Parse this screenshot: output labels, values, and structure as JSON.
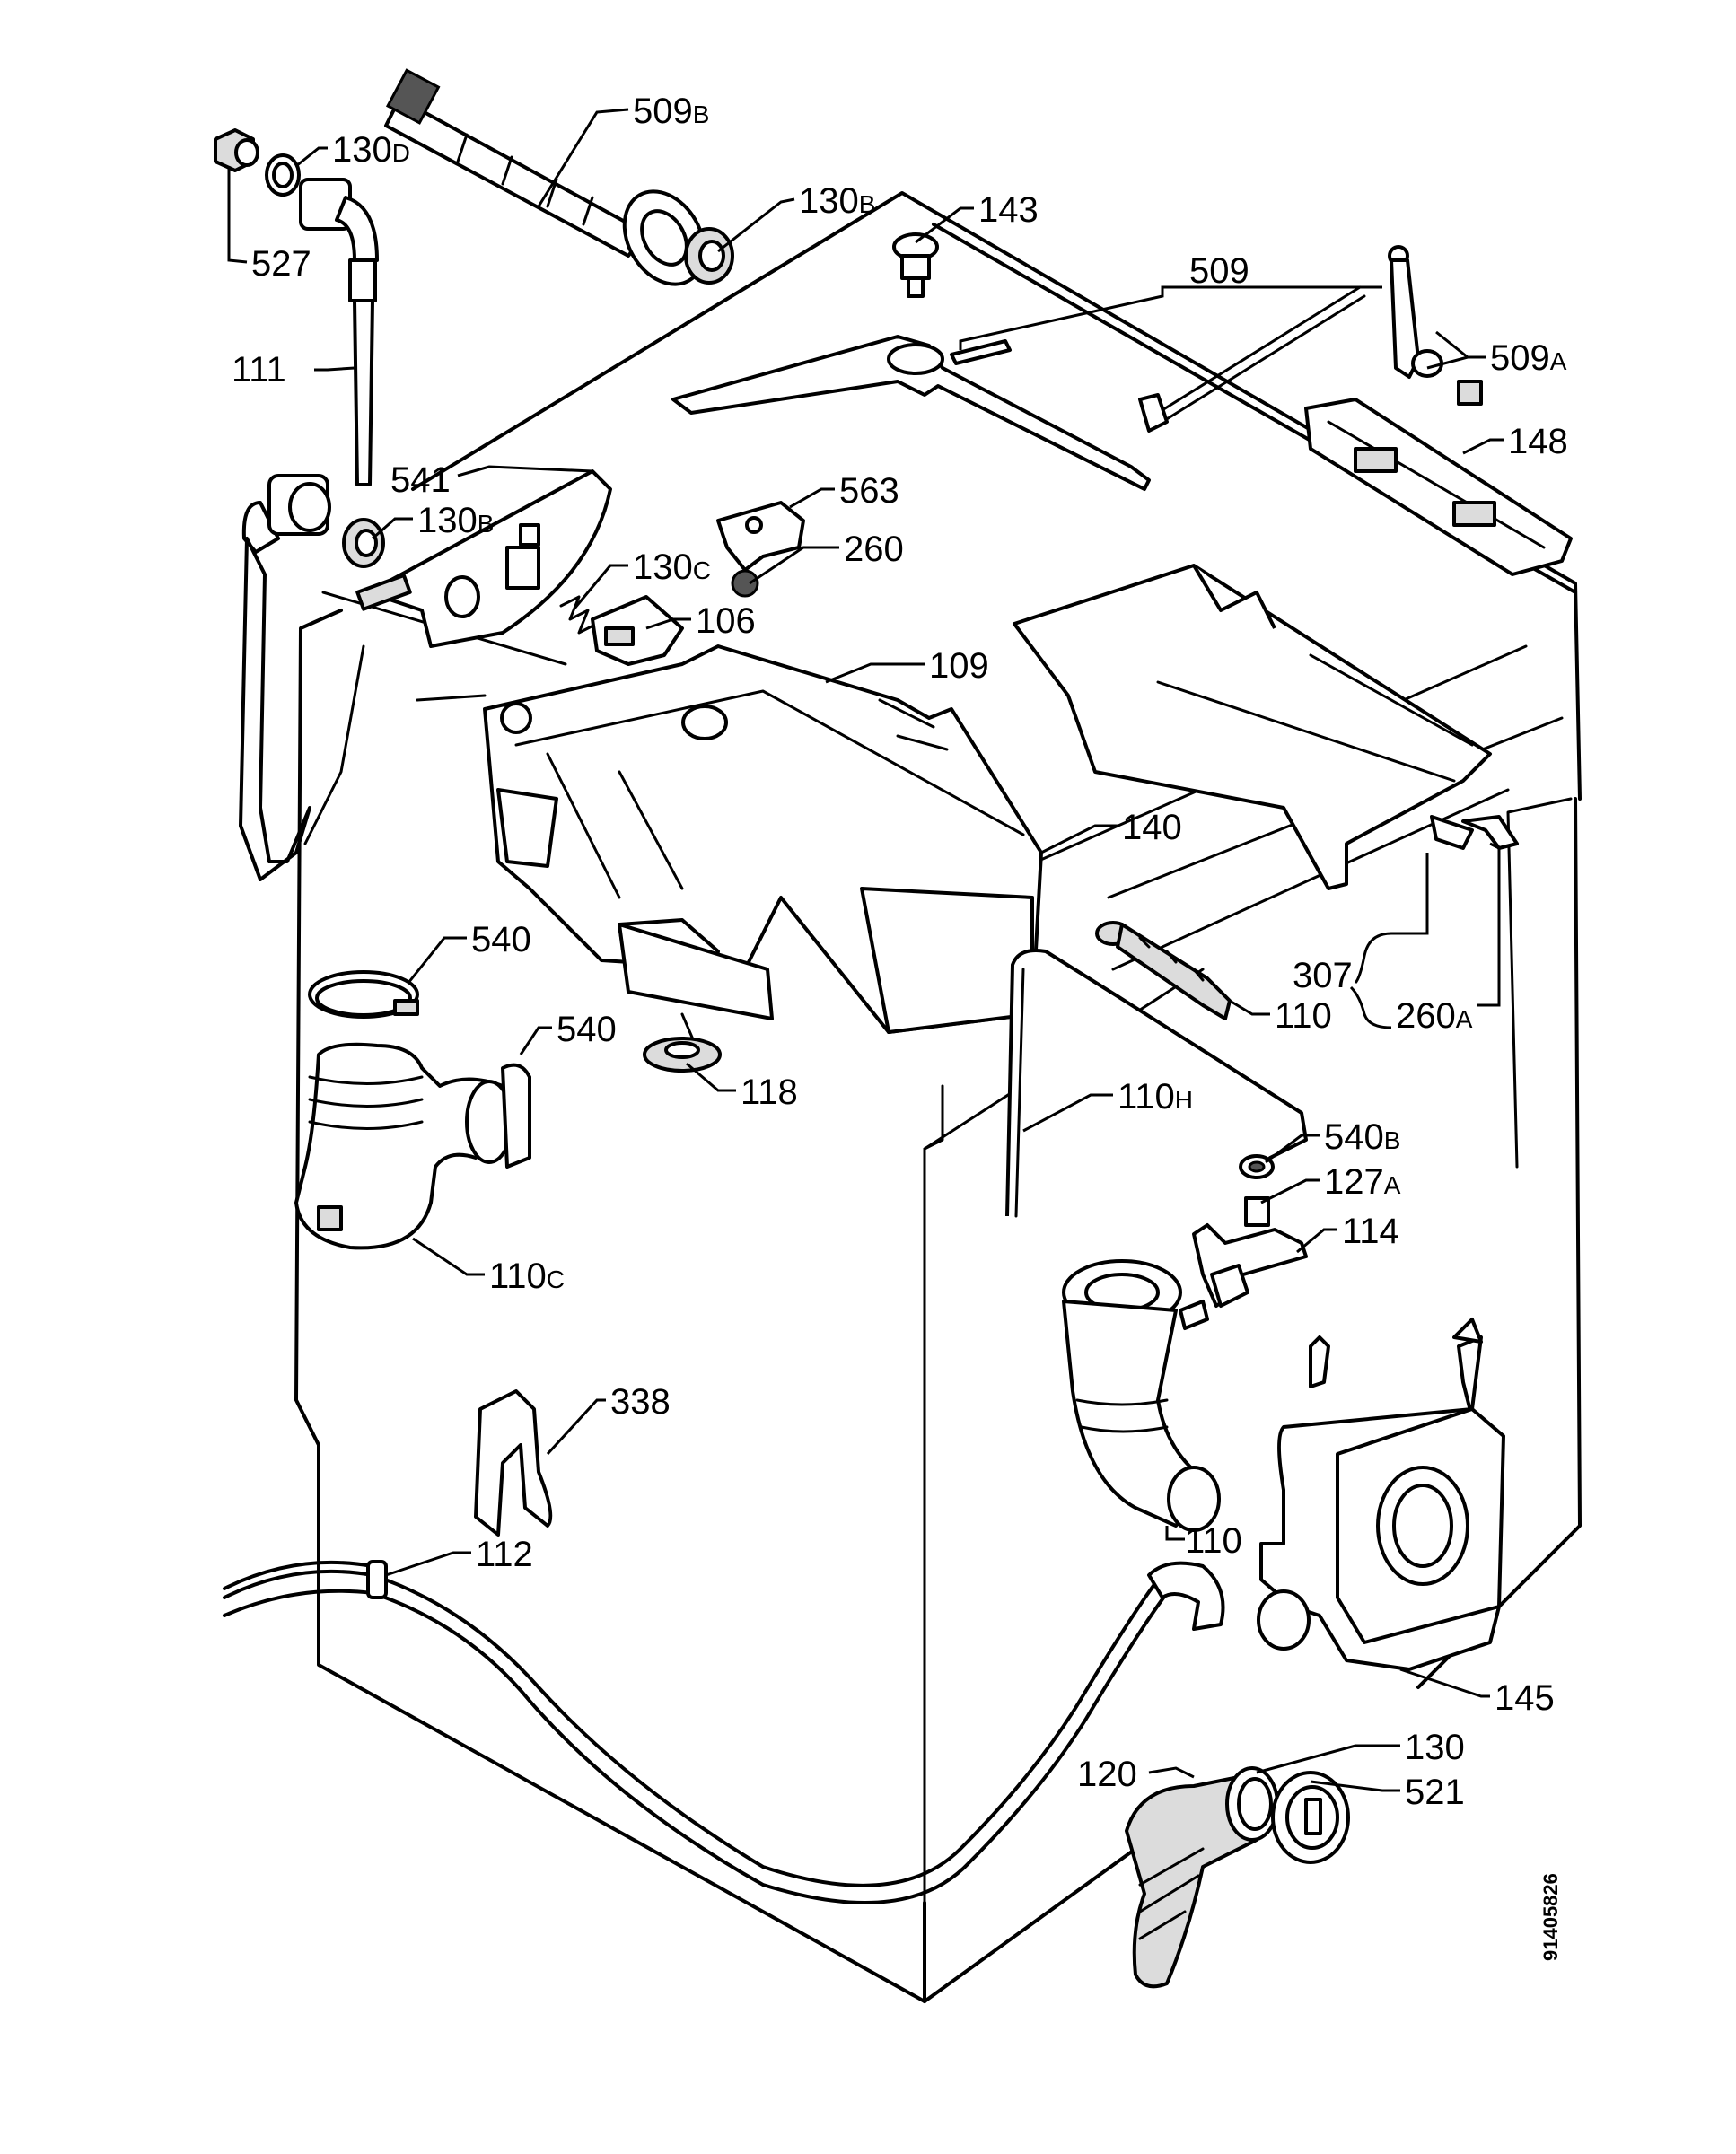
{
  "diagram_id": "91405826",
  "callouts": [
    {
      "num": "509",
      "suffix": "B"
    },
    {
      "num": "130",
      "suffix": "D"
    },
    {
      "num": "130",
      "suffix": "B"
    },
    {
      "num": "143",
      "suffix": ""
    },
    {
      "num": "527",
      "suffix": ""
    },
    {
      "num": "509",
      "suffix": ""
    },
    {
      "num": "509",
      "suffix": "A"
    },
    {
      "num": "111",
      "suffix": ""
    },
    {
      "num": "148",
      "suffix": ""
    },
    {
      "num": "541",
      "suffix": ""
    },
    {
      "num": "563",
      "suffix": ""
    },
    {
      "num": "130",
      "suffix": "B"
    },
    {
      "num": "260",
      "suffix": ""
    },
    {
      "num": "130",
      "suffix": "C"
    },
    {
      "num": "106",
      "suffix": ""
    },
    {
      "num": "109",
      "suffix": ""
    },
    {
      "num": "140",
      "suffix": ""
    },
    {
      "num": "540",
      "suffix": ""
    },
    {
      "num": "307",
      "suffix": ""
    },
    {
      "num": "110",
      "suffix": ""
    },
    {
      "num": "260",
      "suffix": "A"
    },
    {
      "num": "540",
      "suffix": ""
    },
    {
      "num": "118",
      "suffix": ""
    },
    {
      "num": "110",
      "suffix": "H"
    },
    {
      "num": "540",
      "suffix": "B"
    },
    {
      "num": "127",
      "suffix": "A"
    },
    {
      "num": "110",
      "suffix": "C"
    },
    {
      "num": "114",
      "suffix": ""
    },
    {
      "num": "338",
      "suffix": ""
    },
    {
      "num": "110",
      "suffix": ""
    },
    {
      "num": "112",
      "suffix": ""
    },
    {
      "num": "145",
      "suffix": ""
    },
    {
      "num": "130",
      "suffix": ""
    },
    {
      "num": "120",
      "suffix": ""
    },
    {
      "num": "521",
      "suffix": ""
    }
  ]
}
